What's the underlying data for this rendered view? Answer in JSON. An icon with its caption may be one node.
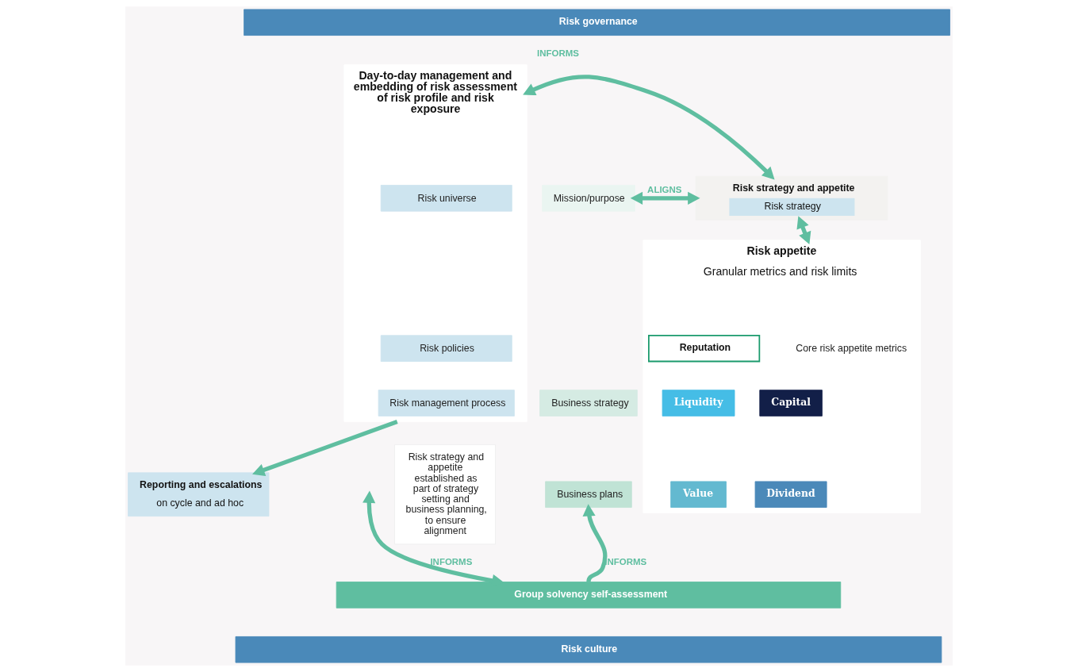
{
  "diagram": {
    "nodes": [
      {
        "text": [
          "Risk governance"
        ]
      },
      {
        "text": [
          "Mission/purpose"
        ]
      },
      {
        "text": [
          "Business strategy"
        ]
      },
      {
        "text": [
          "Business plans"
        ]
      },
      {
        "text": [
          "Risk strategy and appetite established as part of strategy setting and business planning, to ensure alignment"
        ]
      },
      {
        "text": [
          "Risk strategy and appetite",
          "Risk strategy"
        ]
      },
      {
        "text": [
          "Risk appetite",
          "Granular metrics and risk limits"
        ]
      },
      {
        "text": [
          "Core risk appetite metrics"
        ],
        "in": 6
      },
      {
        "text": [
          "Reputation"
        ],
        "in": 6
      },
      {
        "text": [
          "Capital"
        ],
        "in": 6
      },
      {
        "text": [
          "Liquidity"
        ],
        "in": 6
      },
      {
        "text": [
          "Dividend"
        ],
        "in": 6
      },
      {
        "text": [
          "Value"
        ],
        "in": 6
      },
      {
        "text": [
          "Day-to-day management and embedding of risk assessment of risk profile and risk exposure"
        ]
      },
      {
        "text": [
          "Risk universe"
        ],
        "in": 13
      },
      {
        "text": [
          "Risk policies"
        ],
        "in": 13
      },
      {
        "text": [
          "Risk management process"
        ],
        "in": 13
      },
      {
        "text": [
          "Reporting and escalations",
          "on cycle and ad hoc"
        ]
      },
      {
        "text": [
          "Group solvency self-assessment"
        ]
      },
      {
        "text": [
          "Risk culture"
        ]
      }
    ],
    "edges": [
      {
        "from": 1,
        "to": 5,
        "arrow": "both",
        "label": "ALIGNS"
      },
      {
        "from": 5,
        "to": 13,
        "arrow": "both",
        "label": "INFORMS"
      },
      {
        "from": 5,
        "to": 6,
        "arrow": "both"
      },
      {
        "from": 13,
        "to": 17,
        "arrow": "to"
      },
      {
        "from": null,
        "to": 18,
        "arrow": "both",
        "label": "INFORMS"
      },
      {
        "from": 18,
        "to": 3,
        "arrow": "to",
        "label": "INFORMS"
      }
    ]
  }
}
